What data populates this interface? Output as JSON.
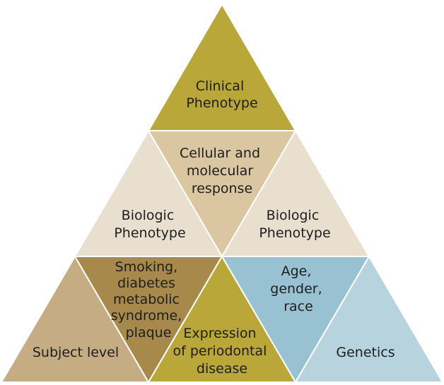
{
  "colors": {
    "olive": "#B9A73A",
    "tan_light": "#E9DFCF",
    "tan_mid": "#DBC6A2",
    "tan": "#C5AC83",
    "brown": "#A6894B",
    "blue_mid": "#98C1D1",
    "blue_light": "#B7D3DE",
    "outline": "#ffffff"
  },
  "labels": {
    "clinical": [
      "Clinical",
      "Phenotype"
    ],
    "cellular": [
      "Cellular and",
      "molecular",
      "response"
    ],
    "biologic_left": [
      "Biologic",
      "Phenotype"
    ],
    "biologic_right": [
      "Biologic",
      "Phenotype"
    ],
    "smoking": [
      "Smoking,",
      "diabetes",
      "metabolic",
      "syndrome,",
      "plaque"
    ],
    "age": [
      "Age,",
      "gender,",
      "race"
    ],
    "expression": [
      "Expression",
      "of periodontal",
      "disease"
    ],
    "subject": [
      "Subject level"
    ],
    "genetics": [
      "Genetics"
    ]
  }
}
